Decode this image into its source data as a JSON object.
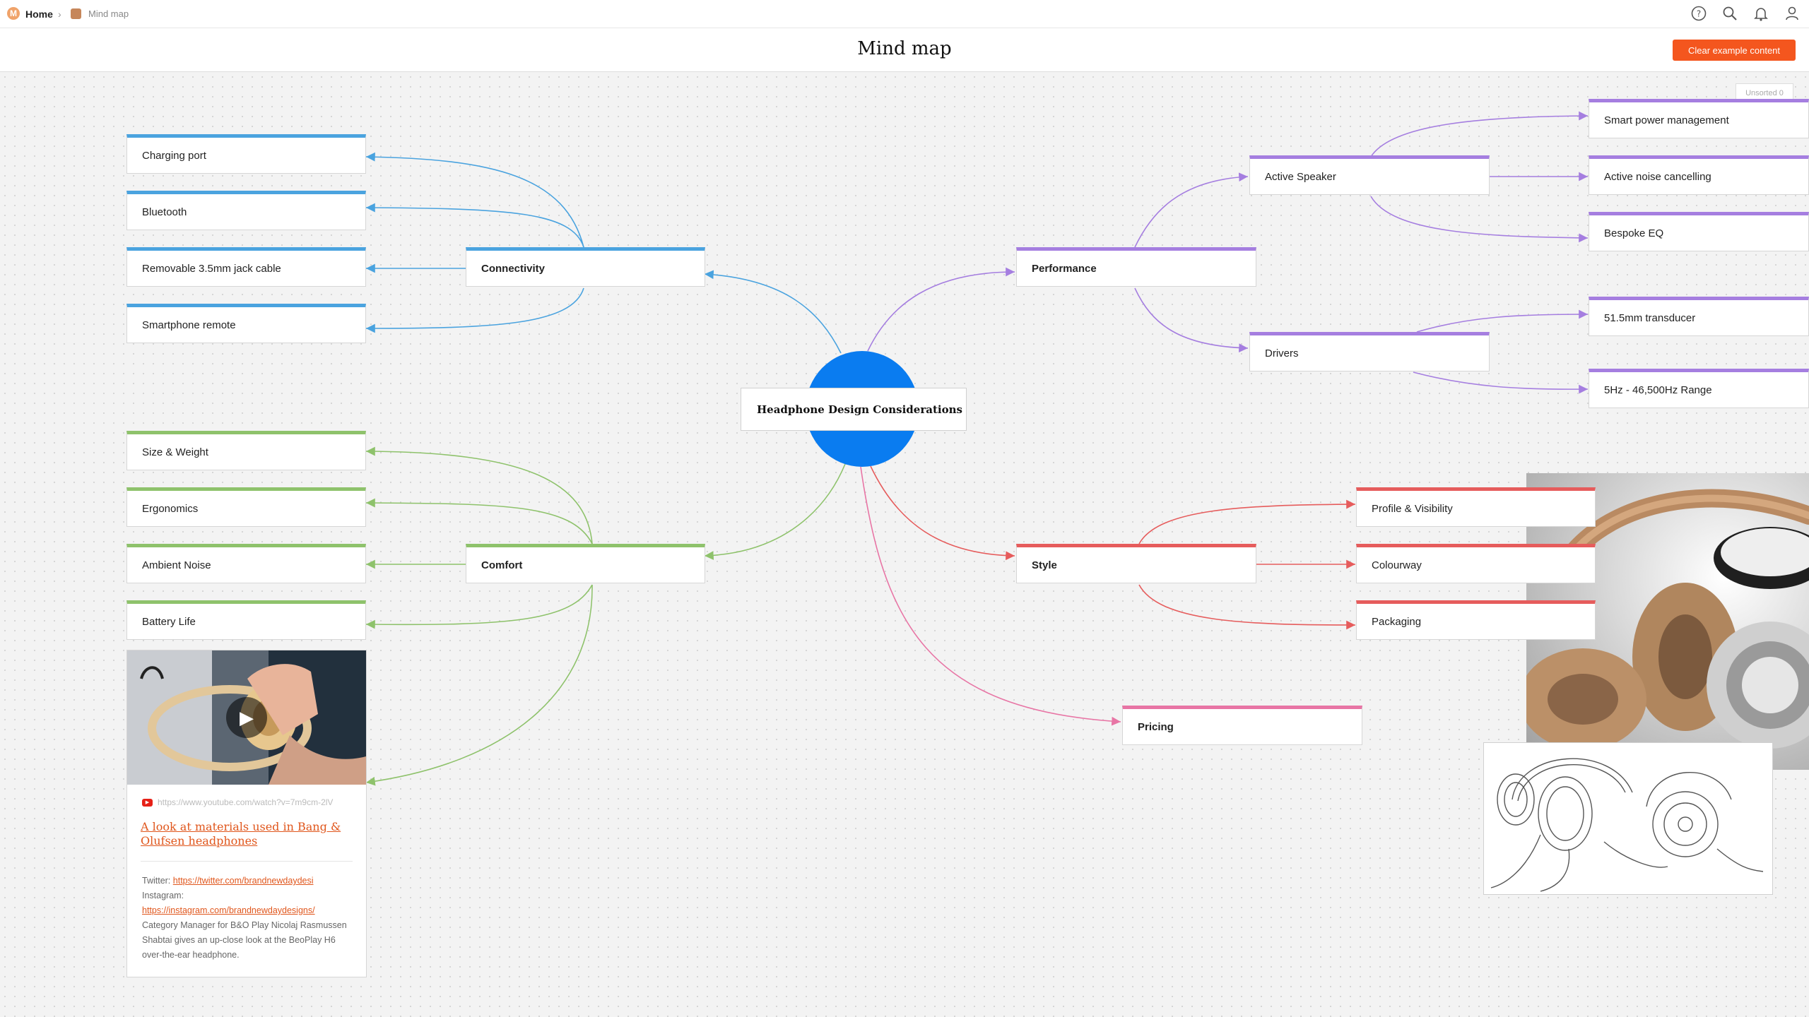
{
  "breadcrumb": {
    "home_label": "Home",
    "separator": "›",
    "board_label": "Mind map"
  },
  "header": {
    "title": "Mind map",
    "clear_button_label": "Clear example content"
  },
  "topbar_icons": [
    "help-icon",
    "search-icon",
    "bell-icon",
    "user-icon"
  ],
  "unsorted_label": "Unsorted 0",
  "central_topic": "Headphone Design Considerations",
  "colors": {
    "connectivity": "#4aa3df",
    "performance": "#a57ee0",
    "comfort": "#8ec26b",
    "style": "#e65c5c",
    "pricing": "#e875a5",
    "center": "#0a7cf0",
    "accent": "#f4561e"
  },
  "branches": {
    "connectivity": {
      "label": "Connectivity",
      "children": [
        "Charging port",
        "Bluetooth",
        "Removable 3.5mm jack cable",
        "Smartphone remote"
      ]
    },
    "comfort": {
      "label": "Comfort",
      "children": [
        "Size & Weight",
        "Ergonomics",
        "Ambient Noise",
        "Battery Life"
      ]
    },
    "performance": {
      "label": "Performance",
      "active_speaker": {
        "label": "Active Speaker",
        "children": [
          "Smart power management",
          "Active noise cancelling",
          "Bespoke EQ"
        ]
      },
      "drivers": {
        "label": "Drivers",
        "children": [
          "51.5mm transducer",
          "5Hz - 46,500Hz Range"
        ]
      }
    },
    "style": {
      "label": "Style",
      "children": [
        "Profile & Visibility",
        "Colourway",
        "Packaging"
      ]
    },
    "pricing": {
      "label": "Pricing"
    }
  },
  "video": {
    "url": "https://www.youtube.com/watch?v=7m9cm-2lV",
    "title": "A look at materials used in Bang & Olufsen headphones",
    "twitter_label": "Twitter:",
    "twitter_link": "https://twitter.com/brandnewdaydesi",
    "instagram_label": "Instagram:",
    "instagram_link": "https://instagram.com/brandnewdaydesigns/",
    "description": "Category Manager for B&O Play Nicolaj Rasmussen Shabtai gives an up-close look at the BeoPlay H6 over-the-ear headphone."
  }
}
